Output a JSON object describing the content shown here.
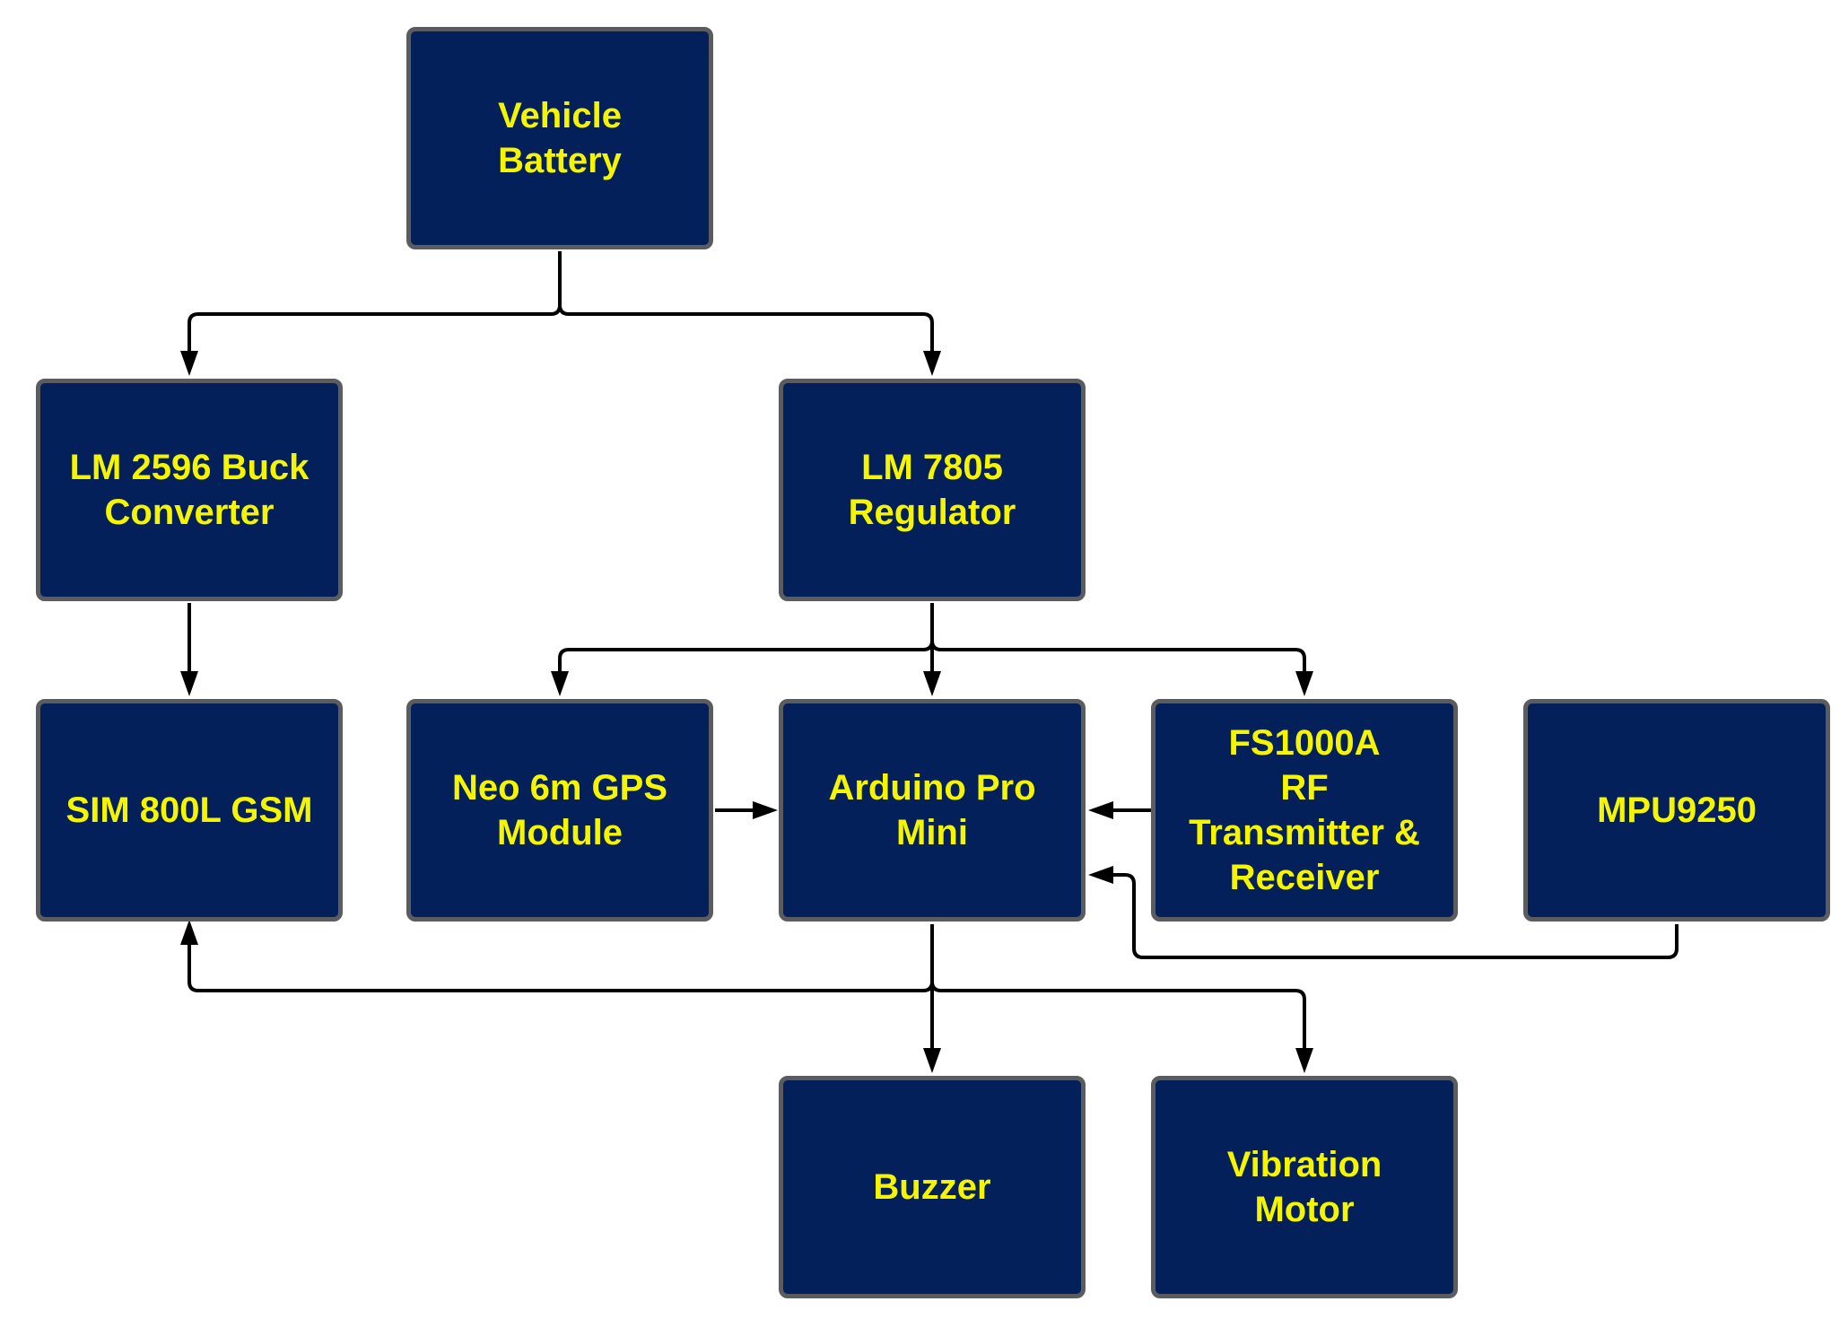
{
  "diagram": {
    "blocks": {
      "vehicle_battery": "Vehicle\nBattery",
      "lm2596": "LM 2596 Buck\nConverter",
      "lm7805": "LM 7805\nRegulator",
      "sim800l": "SIM 800L GSM",
      "neo6m": "Neo 6m GPS\nModule",
      "arduino": "Arduino Pro\nMini",
      "fs1000a": "FS1000A\nRF\nTransmitter &\nReceiver",
      "mpu9250": "MPU9250",
      "buzzer": "Buzzer",
      "vibration_motor": "Vibration\nMotor"
    },
    "connections": [
      {
        "from": "Vehicle Battery",
        "to": "LM 2596 Buck Converter"
      },
      {
        "from": "Vehicle Battery",
        "to": "LM 7805 Regulator"
      },
      {
        "from": "LM 2596 Buck Converter",
        "to": "SIM 800L GSM"
      },
      {
        "from": "LM 7805 Regulator",
        "to": "Neo 6m GPS Module"
      },
      {
        "from": "LM 7805 Regulator",
        "to": "Arduino Pro Mini"
      },
      {
        "from": "LM 7805 Regulator",
        "to": "FS1000A RF Transmitter & Receiver"
      },
      {
        "from": "Neo 6m GPS Module",
        "to": "Arduino Pro Mini"
      },
      {
        "from": "FS1000A RF Transmitter & Receiver",
        "to": "Arduino Pro Mini"
      },
      {
        "from": "MPU9250",
        "to": "Arduino Pro Mini"
      },
      {
        "from": "Arduino Pro Mini",
        "to": "SIM 800L GSM"
      },
      {
        "from": "Arduino Pro Mini",
        "to": "Buzzer"
      },
      {
        "from": "Arduino Pro Mini",
        "to": "Vibration Motor"
      }
    ],
    "colors": {
      "block_fill": "#04205a",
      "block_border": "#5a5c60",
      "block_text": "#f5f500",
      "connector": "#000000"
    }
  }
}
